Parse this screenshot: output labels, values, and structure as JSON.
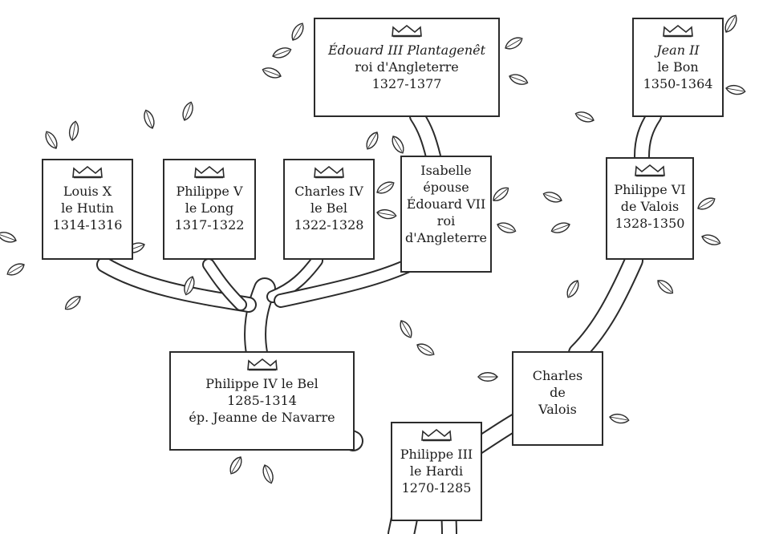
{
  "colors": {
    "ink": "#2b2b2b",
    "paper": "#ffffff"
  },
  "icons": {
    "crown": "crown-icon",
    "leaf": "leaf-icon"
  },
  "nodes": {
    "edouard3": {
      "name": "Édouard III Plantagenêt",
      "title": "roi d'Angleterre",
      "reign": "1327-1377"
    },
    "jean2": {
      "name": "Jean II",
      "epithet": "le Bon",
      "reign": "1350-1364"
    },
    "louis10": {
      "name": "Louis X",
      "epithet": "le Hutin",
      "reign": "1314-1316"
    },
    "philippe5": {
      "name": "Philippe V",
      "epithet": "le Long",
      "reign": "1317-1322"
    },
    "charles4": {
      "name": "Charles IV",
      "epithet": "le Bel",
      "reign": "1322-1328"
    },
    "isabelle": {
      "line1": "Isabelle",
      "line2": "épouse",
      "line3": "Édouard VII",
      "line4": "roi",
      "line5": "d'Angleterre"
    },
    "philippe6": {
      "name": "Philippe VI",
      "epithet": "de Valois",
      "reign": "1328-1350"
    },
    "philippe4": {
      "name": "Philippe IV le Bel",
      "reign": "1285-1314",
      "spouse": "ép. Jeanne de Navarre"
    },
    "charlesValois": {
      "line1": "Charles",
      "line2": "de",
      "line3": "Valois"
    },
    "philippe3": {
      "name": "Philippe III",
      "epithet": "le Hardi",
      "reign": "1270-1285"
    }
  }
}
